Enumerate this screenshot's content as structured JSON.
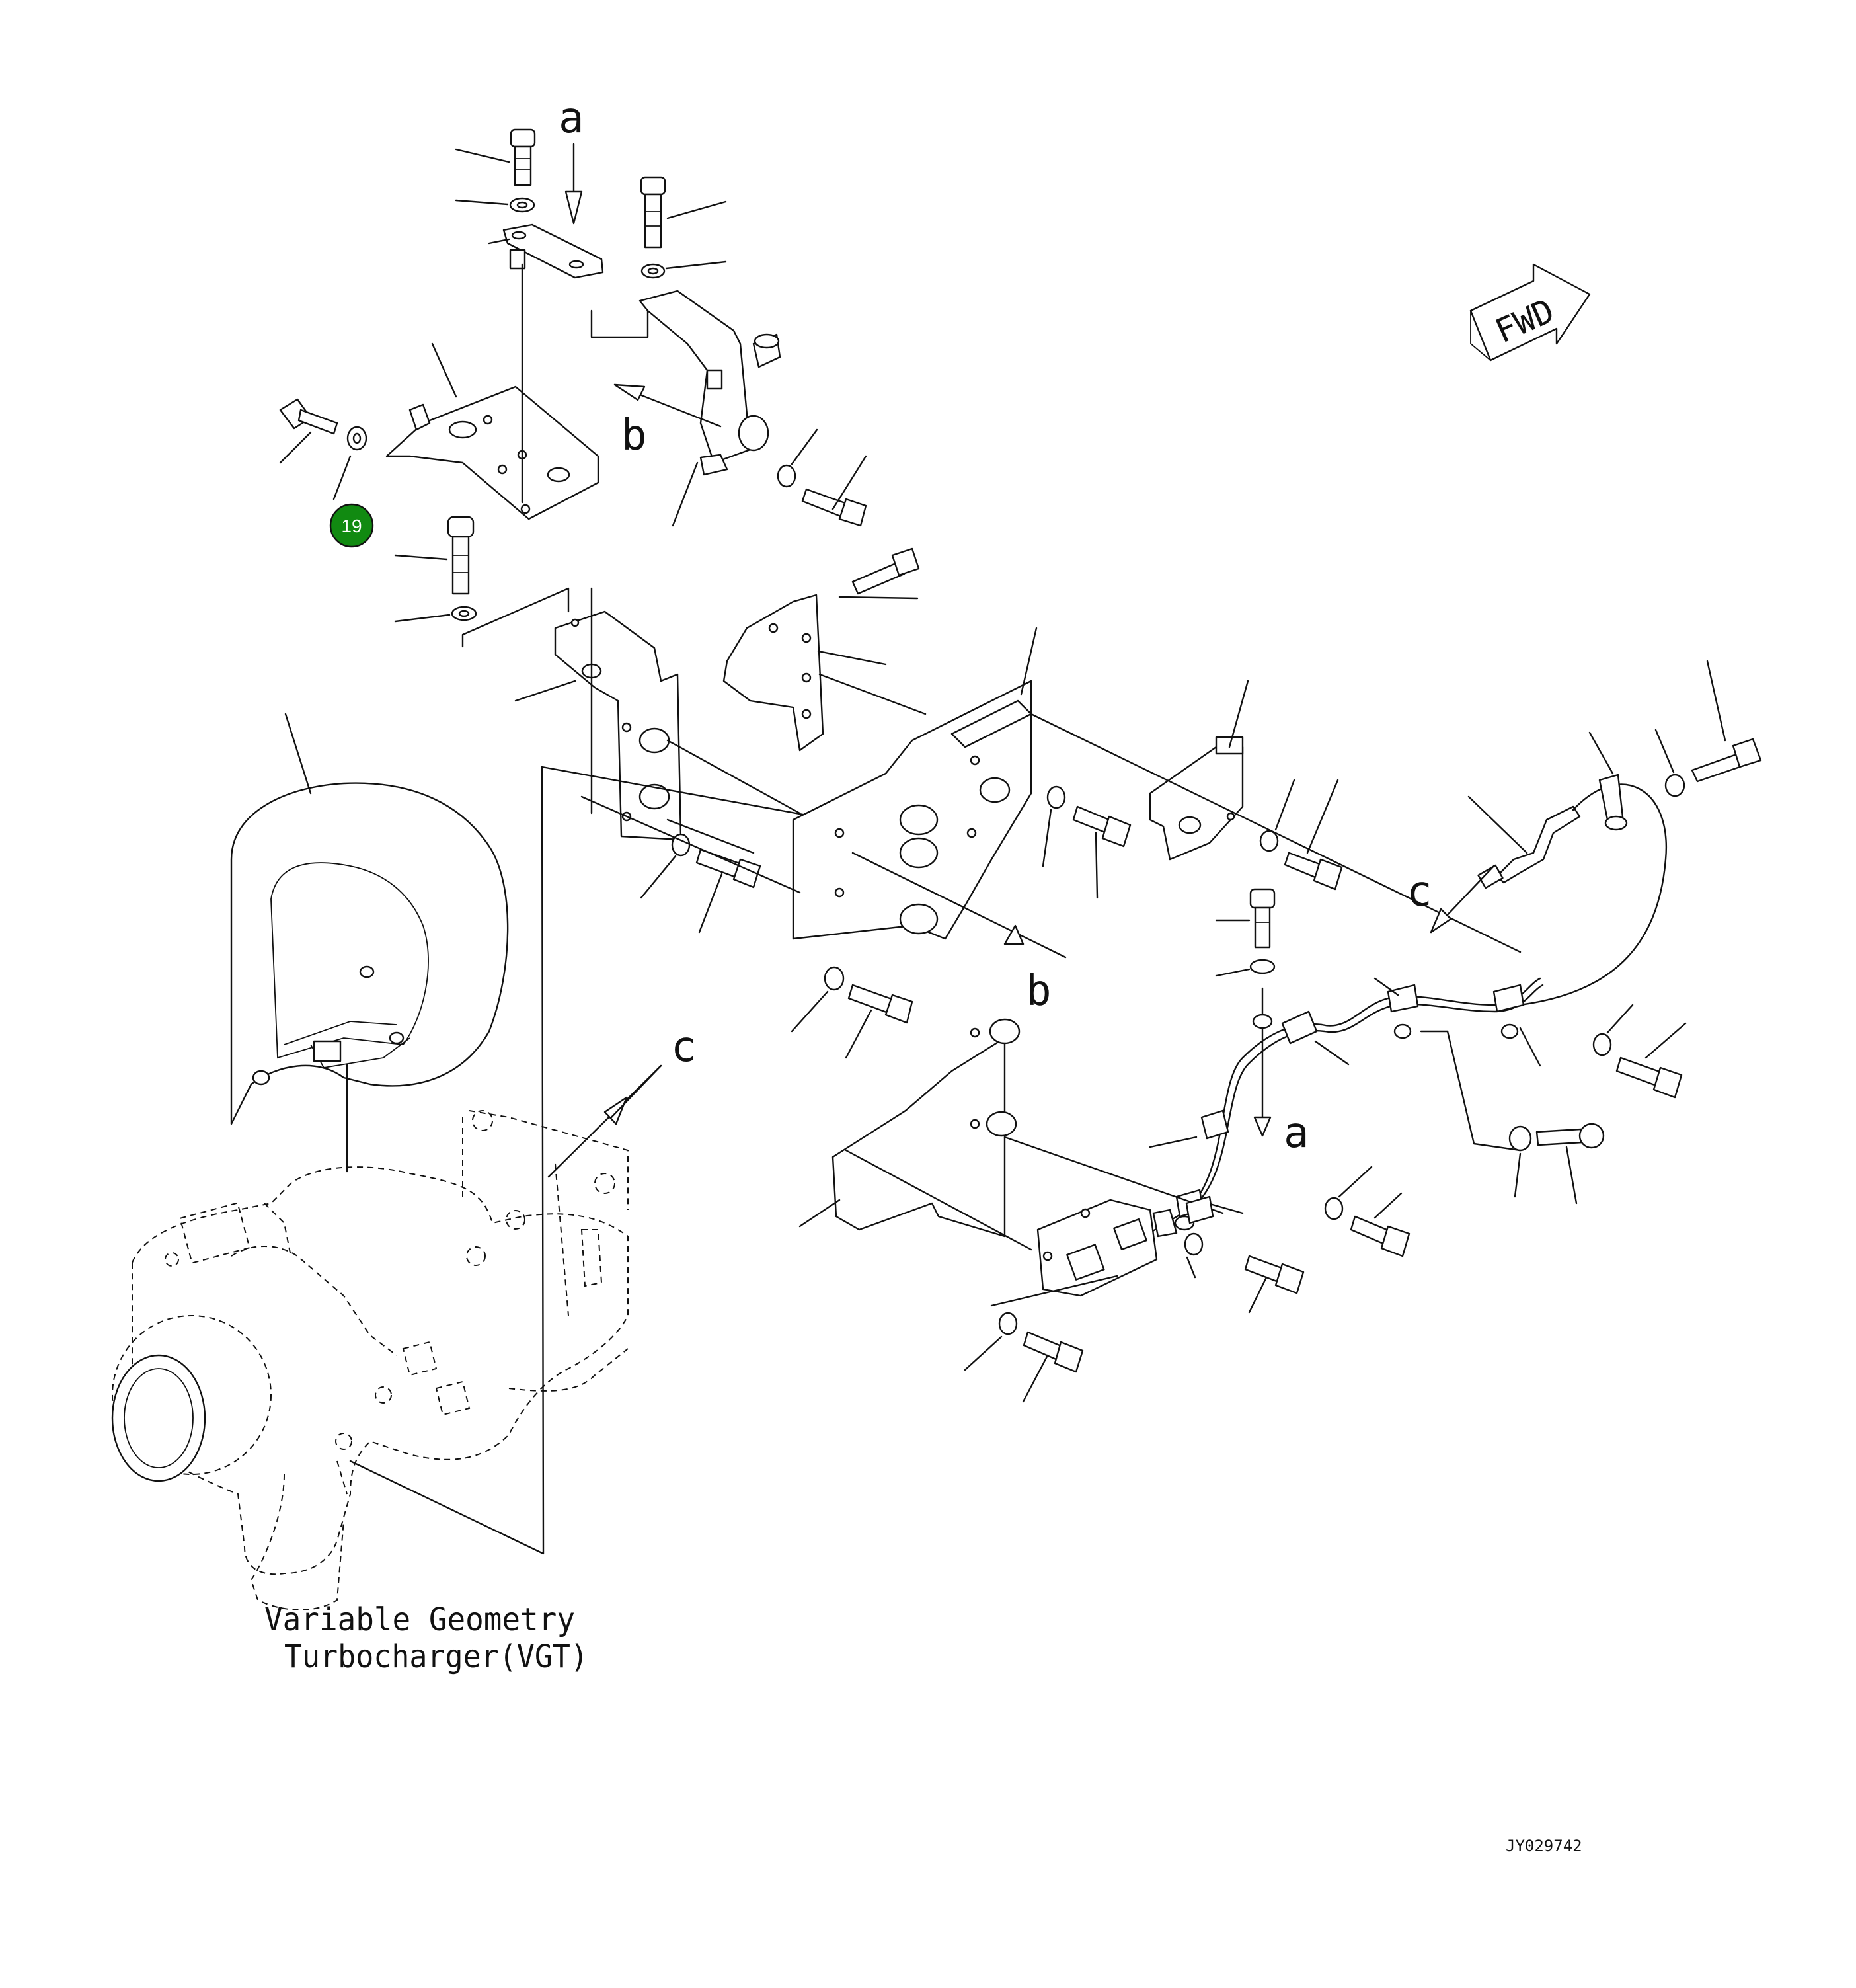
{
  "callout": {
    "number": "19",
    "color": "#118a11"
  },
  "ref_letters": {
    "a_top": "a",
    "b_upper": "b",
    "b_lower": "b",
    "c_upper": "c",
    "c_right": "c",
    "a_right": "a"
  },
  "fwd_label": "FWD",
  "caption": {
    "line1": "Variable Geometry",
    "line2": "Turbocharger(VGT)"
  },
  "drawing_code": "JY029742"
}
